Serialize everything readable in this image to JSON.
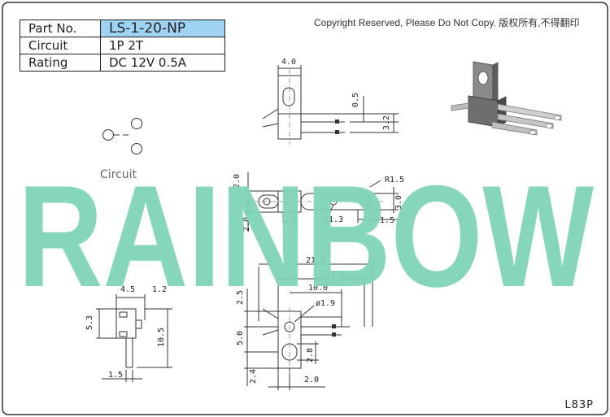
{
  "spec": {
    "part_no_label": "Part No.",
    "part_no": "LS-1-20-NP",
    "circuit_label": "Circuit",
    "circuit": "1P 2T",
    "rating_label": "Rating",
    "rating": "DC 12V 0.5A"
  },
  "copyright": "Copyright Reserved, Please Do Not Copy. 版权所有,不得翻印",
  "watermark": "RAINBOW",
  "circuit_caption": "Circuit",
  "drawing_code": "L83P",
  "dimensions": {
    "top_width": "4.0",
    "top_pin_pitch": "0.5",
    "top_height": "3.2",
    "mid_left_a": "2.0",
    "mid_left_b": "2.0",
    "mid_radius": "R1.5",
    "mid_hole": "ø1.3",
    "mid_right_h": "3.0",
    "mid_right_w": "1.5",
    "side_top_a": "4.5",
    "side_top_b": "1.2",
    "side_left": "5.3",
    "side_height": "10.5",
    "side_bottom": "1.5",
    "bot_overall": "21.0",
    "bot_length": "14.8",
    "bot_lever": "10.0",
    "bot_hole": "ø1.9",
    "bot_left_a": "2.5",
    "bot_left_b": "5.0",
    "bot_left_c": "2.4",
    "bot_slot": "2.8",
    "bot_bottom": "2.0"
  },
  "colors": {
    "watermark": "#7ed4b7",
    "part_no_highlight": "#9fd3f3",
    "border": "#222222"
  }
}
